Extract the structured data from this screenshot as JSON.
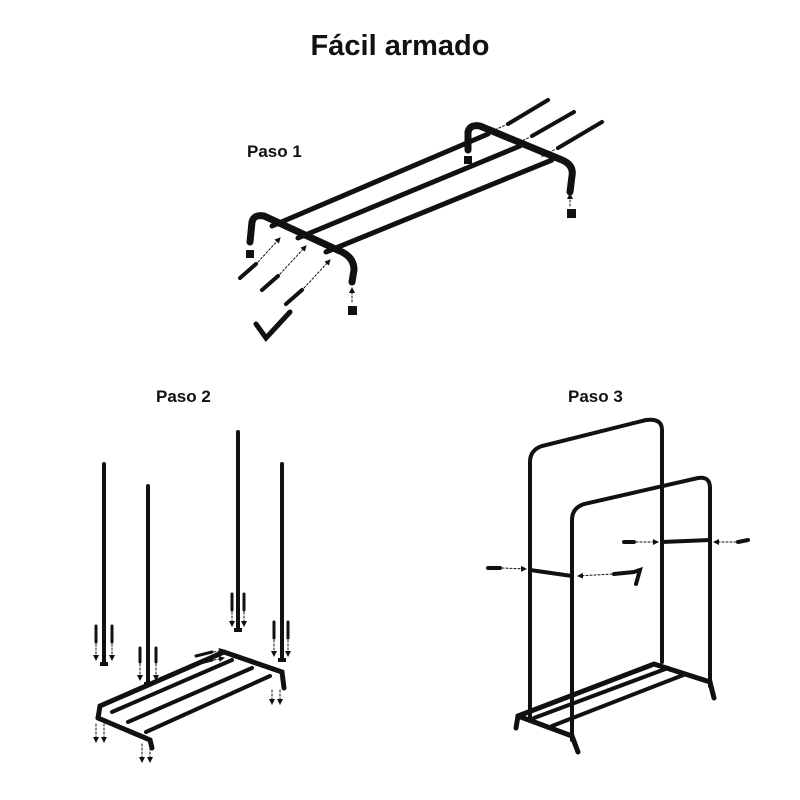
{
  "title": "Fácil armado",
  "steps": [
    {
      "label": "Paso 1"
    },
    {
      "label": "Paso 2"
    },
    {
      "label": "Paso 3"
    }
  ],
  "colors": {
    "line": "#111111",
    "background": "#ffffff"
  }
}
